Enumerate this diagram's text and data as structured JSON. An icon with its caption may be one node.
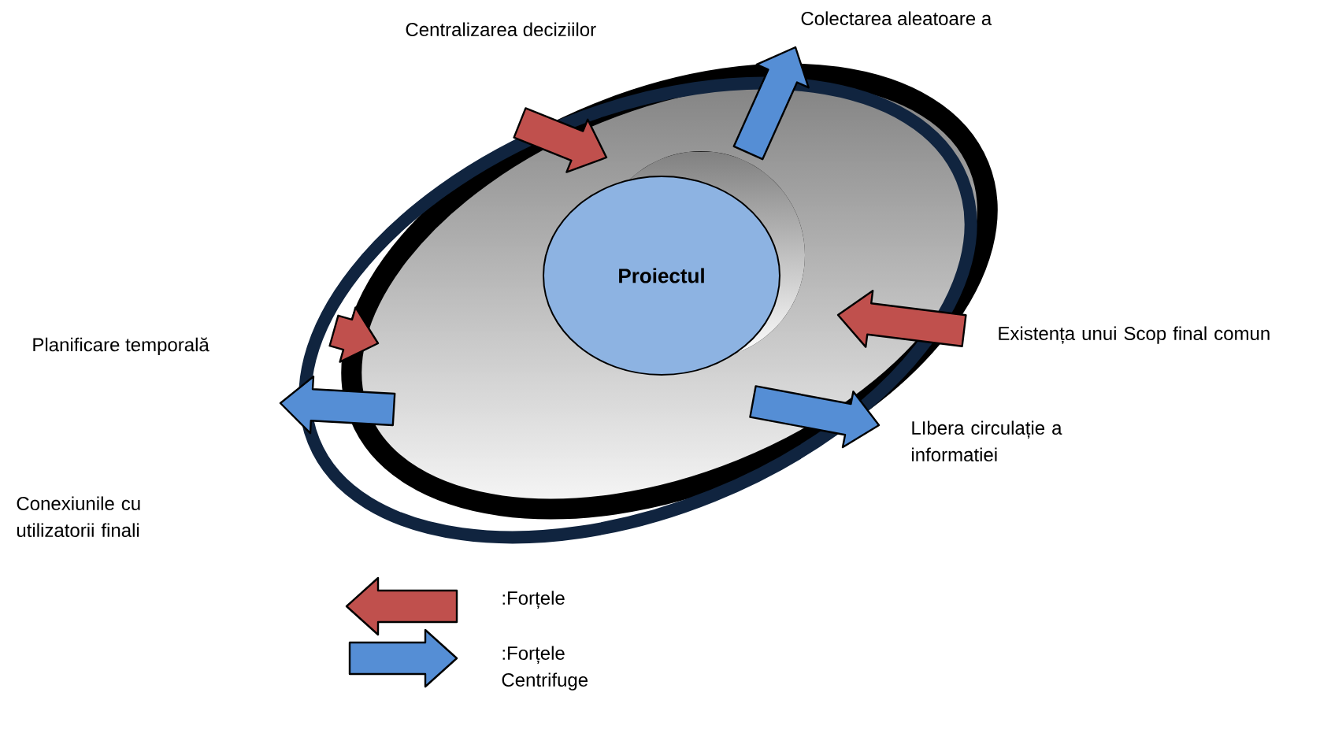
{
  "diagram": {
    "nodes": [
      {
        "text": [
          "Proiectul"
        ]
      }
    ],
    "labels": [
      "Centralizarea deciziilor",
      "Colectarea aleatoare a",
      "Planificare temporală",
      "Existența unui Scop final comun",
      "LIbera circulație a informatiei",
      "Conexiunile cu utilizatorii finali"
    ],
    "legend": [
      {
        "text": ":Forțele"
      },
      {
        "text": ":Forțele Centrifuge"
      }
    ]
  }
}
